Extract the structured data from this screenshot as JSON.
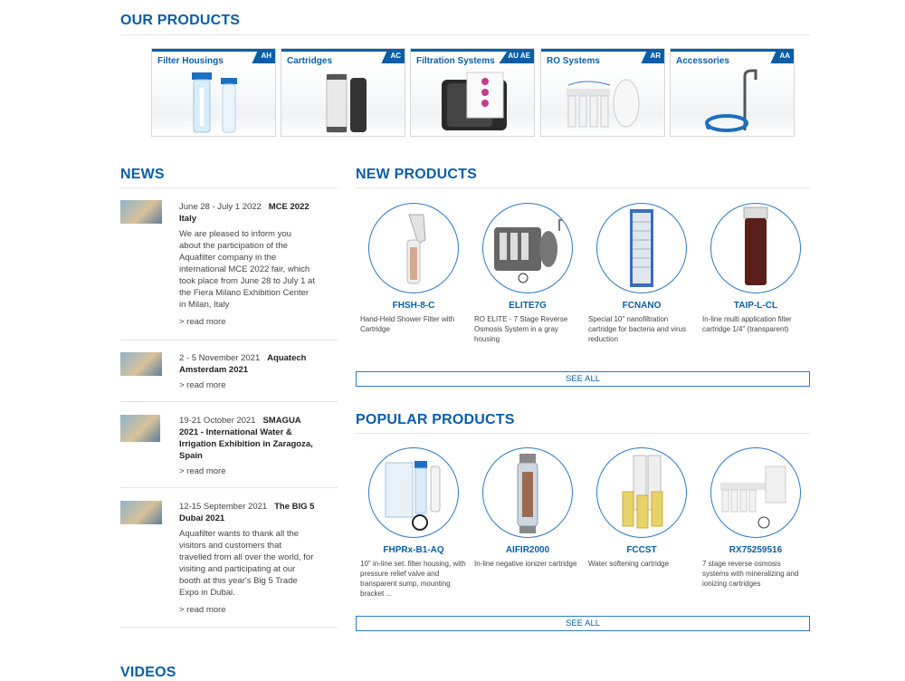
{
  "our_products": {
    "title": "OUR PRODUCTS",
    "categories": [
      {
        "label": "Filter Housings",
        "code": "AH"
      },
      {
        "label": "Cartridges",
        "code": "AC"
      },
      {
        "label": "Filtration Systems",
        "code": "AU AE"
      },
      {
        "label": "RO Systems",
        "code": "AR"
      },
      {
        "label": "Accessories",
        "code": "AA"
      }
    ]
  },
  "news": {
    "title": "NEWS",
    "items": [
      {
        "date": "June 28 - July 1 2022",
        "title": "MCE 2022 Italy",
        "body": "We are pleased to inform you about the participation of the Aquafilter company in the international MCE 2022 fair, which took place from June 28 to July 1 at the Fiera Milano Exhibition Center in Milan, Italy",
        "read_more": "> read more"
      },
      {
        "date": "2 - 5 November 2021",
        "title": "Aquatech Amsterdam 2021",
        "body": "",
        "read_more": "> read more"
      },
      {
        "date": "19-21 October 2021",
        "title": "SMAGUA 2021 - International Water & Irrigation Exhibition in Zaragoza, Spain",
        "body": "",
        "read_more": "> read more"
      },
      {
        "date": "12-15 September 2021",
        "title": "The BIG 5 Dubai 2021",
        "body": "Aquafilter wants to thank all the visitors and customers that travelled from all over the world, for visiting and participating at our booth at this year's Big 5 Trade Expo in Dubai.",
        "read_more": "> read more"
      }
    ]
  },
  "new_products": {
    "title": "NEW PRODUCTS",
    "see_all": "SEE ALL",
    "items": [
      {
        "name": "FHSH-8-C",
        "desc": "Hand-Held Shower Filter with Cartridge"
      },
      {
        "name": "ELITE7G",
        "desc": "RO ELITE - 7 Stage Reverse Osmosis System in a gray housing"
      },
      {
        "name": "FCNANO",
        "desc": "Special 10\" nanofiltration cartridge for bacteria and virus reduction"
      },
      {
        "name": "TAIP-L-CL",
        "desc": "In-line multi application filter cartridge 1/4\" (transparent)"
      }
    ]
  },
  "popular_products": {
    "title": "POPULAR PRODUCTS",
    "see_all": "SEE ALL",
    "items": [
      {
        "name": "FHPRx-B1-AQ",
        "desc": "10\" in-line set: filter housing, with pressure relief valve and transparent sump, mounting bracket ..."
      },
      {
        "name": "AIFIR2000",
        "desc": "In-line negative ionizer cartridge"
      },
      {
        "name": "FCCST",
        "desc": "Water softening cartridge"
      },
      {
        "name": "RX75259516",
        "desc": "7 stage reverse osmosis systems with mineralizing and ionizing cartridges"
      }
    ]
  },
  "videos": {
    "title": "VIDEOS"
  }
}
